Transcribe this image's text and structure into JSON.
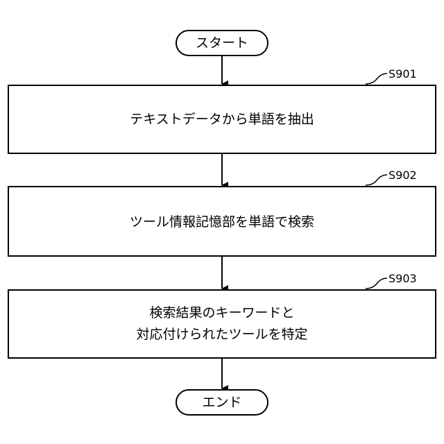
{
  "flowchart": {
    "start": {
      "label": "スタート"
    },
    "steps": [
      {
        "id": "S901",
        "lines": [
          "テキストデータから単語を抽出"
        ]
      },
      {
        "id": "S902",
        "lines": [
          "ツール情報記憶部を単語で検索"
        ]
      },
      {
        "id": "S903",
        "lines": [
          "検索結果のキーワードと",
          "対応付けられたツールを特定"
        ]
      }
    ],
    "end": {
      "label": "エンド"
    }
  }
}
